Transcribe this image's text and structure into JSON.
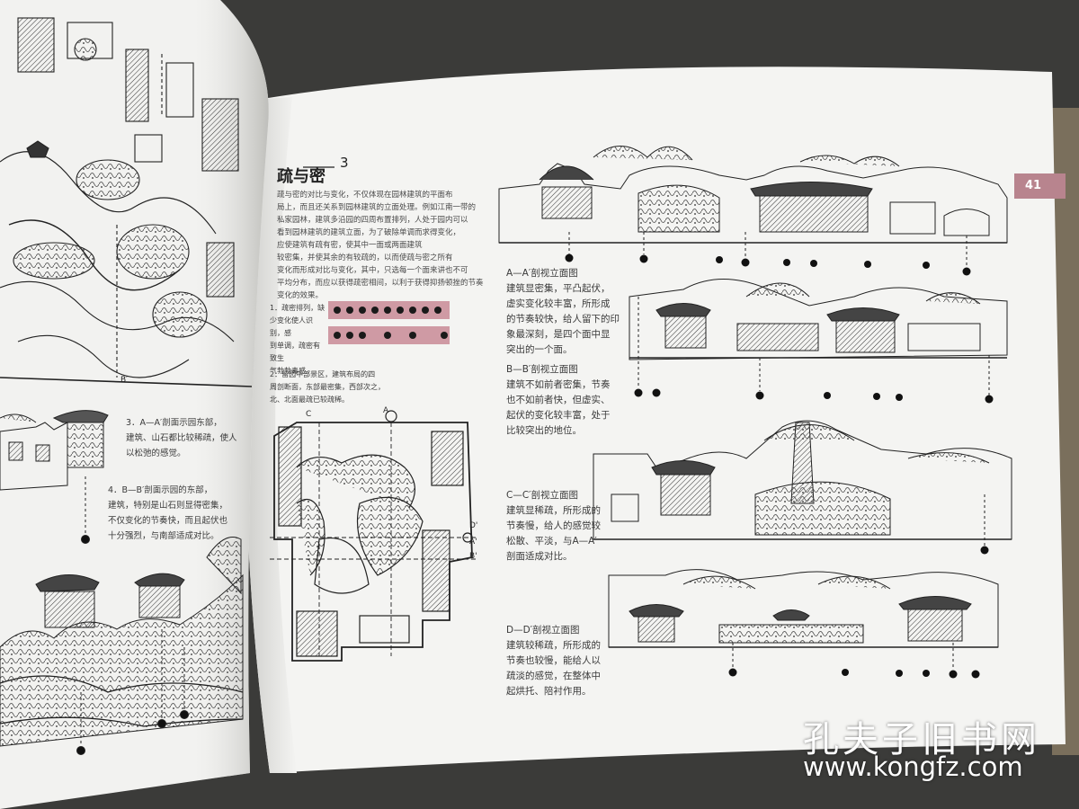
{
  "page": {
    "page_number": "41",
    "section_title": "疏与密",
    "section_number": "3",
    "intro_paragraph": "疏与密的对比与变化，不仅体现在园林建筑的平面布\n局上，而且还关系到园林建筑的立面处理。例如江南一带的\n私家园林，建筑多沿园的四周布置排列，人处于园内可以\n看到园林建筑的建筑立面，为了破除单调而求得变化，\n应使建筑有疏有密，使其中一面或两面建筑\n较密集，并使其余的有较疏的，以而使疏与密之所有\n变化而形成对比与变化，其中，只选每一个面来讲也不可\n平均分布，而应以获得疏密相间，以利于获得抑扬顿挫的节奏\n变化的效果。",
    "legend_caption": "1．疏密排列，缺\n少变化使人识别，感\n到单调，疏密有致生\n气勃勃毒感。",
    "plan_caption": "2．留园中部景区，建筑布局的四\n周剖断面，东部最密集，西部次之，\n北、北面最疏已较疏稀。",
    "plan_markers": {
      "c_top": "C",
      "a_top": "A",
      "d_right": "D'",
      "a_right": "A'",
      "b_right": "B'"
    },
    "elevations": [
      {
        "label": "A—A′剖视立面图",
        "text": "建筑显密集，平凸起伏，\n虚实变化较丰富，所形成\n的节奏较快，给人留下的印\n象最深刻，是四个面中显\n突出的一个面。"
      },
      {
        "label": "B—B′剖视立面图",
        "text": "建筑不如前者密集，节奏\n也不如前者快，但虚实、\n起伏的变化较丰富，处于\n比较突出的地位。"
      },
      {
        "label": "C—C′剖视立面图",
        "text": "建筑显稀疏，所形成的\n节奏慢，给人的感觉较\n松散、平淡，与A—A′\n剖面适成对比。"
      },
      {
        "label": "D—D′剖视立面图",
        "text": "建筑较稀疏，所形成的\n节奏也较慢，能给人以\n疏淡的感觉，在整体中\n起烘托、陪衬作用。"
      }
    ]
  },
  "left_page": {
    "caption_3": "3．A—A′剖面示园东部，\n建筑、山石都比较稀疏，使人\n以松弛的感觉。",
    "caption_4": "4．B—B′剖面示园的东部，\n建筑，特别是山石则显得密集，\n不仅变化的节奏快，而且起伏也\n十分强烈，与南部适成对比。",
    "marker_b": "B′"
  },
  "watermark": {
    "shop_name": "孔夫子旧书网",
    "url": "www.kongfz.com"
  },
  "colors": {
    "page_bg": "#f4f4f2",
    "tab_pink": "#b8848e",
    "legend_band": "#cf9aa4",
    "ink": "#2a2a2a"
  }
}
